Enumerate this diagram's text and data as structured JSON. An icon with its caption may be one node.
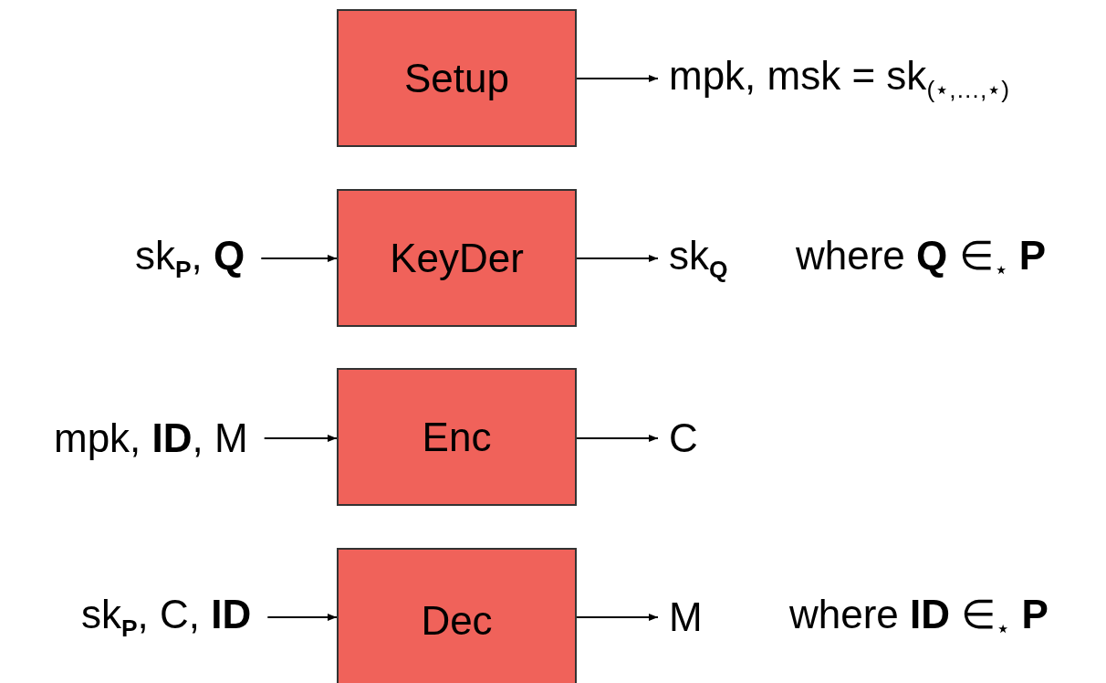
{
  "diagram": {
    "nodes": [
      {
        "text": [
          "Setup"
        ]
      },
      {
        "text": [
          "mpk, msk = sk$_{(⋆,…,⋆)}$"
        ]
      },
      {
        "text": [
          "sk$_{P}$, **Q**"
        ]
      },
      {
        "text": [
          "KeyDer"
        ]
      },
      {
        "text": [
          "sk$_{Q}$"
        ]
      },
      {
        "text": [
          "mpk, **ID**, M"
        ]
      },
      {
        "text": [
          "Enc"
        ]
      },
      {
        "text": [
          "C"
        ]
      },
      {
        "text": [
          "sk$_{P}$, C, **ID**"
        ]
      },
      {
        "text": [
          "Dec"
        ]
      },
      {
        "text": [
          "M"
        ]
      }
    ],
    "edges": [
      {
        "from": 0,
        "to": 1,
        "arrow": "to"
      },
      {
        "from": 2,
        "to": 3,
        "arrow": "to"
      },
      {
        "from": 3,
        "to": 4,
        "arrow": "to"
      },
      {
        "from": 5,
        "to": 6,
        "arrow": "to"
      },
      {
        "from": 6,
        "to": 7,
        "arrow": "to"
      },
      {
        "from": 8,
        "to": 9,
        "arrow": "to"
      },
      {
        "from": 9,
        "to": 10,
        "arrow": "to"
      }
    ],
    "labels": [
      "where **Q** ∈$_{⋆}$ **P**",
      "where **ID** ∈$_{⋆}$ **P**"
    ]
  }
}
